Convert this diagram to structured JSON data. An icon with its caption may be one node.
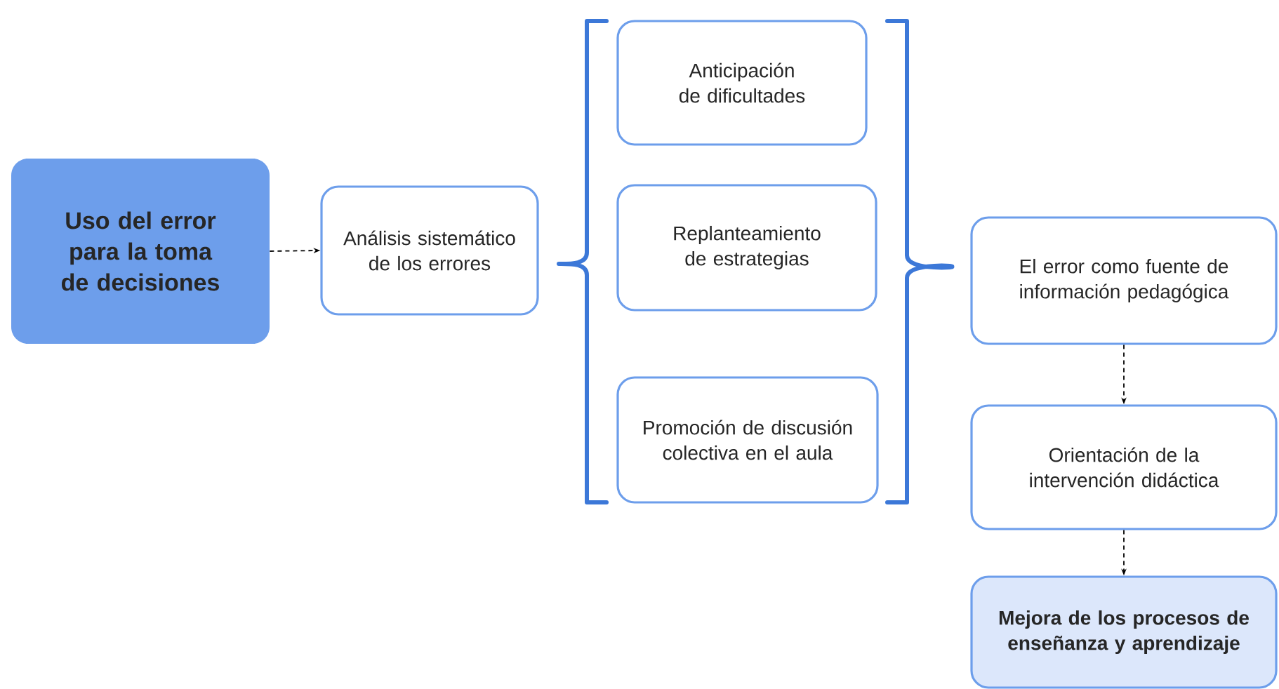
{
  "diagram": {
    "nodes": [
      {
        "text": [
          "Uso del error para la toma de decisiones"
        ]
      },
      {
        "text": [
          "Análisis sistemático de los errores"
        ]
      },
      {
        "text": [
          "Anticipación de dificultades"
        ]
      },
      {
        "text": [
          "Replanteamiento de estrategias"
        ]
      },
      {
        "text": [
          "Promoción de discusión colectiva en el aula"
        ]
      },
      {
        "text": [
          "El error como fuente de información pedagógica"
        ]
      },
      {
        "text": [
          "Orientación de la intervención didáctica"
        ]
      },
      {
        "text": [
          "Mejora de los procesos de enseñanza y aprendizaje"
        ]
      }
    ],
    "edges": [
      {
        "from": 0,
        "to": 1,
        "arrow": "to",
        "style": "dashed"
      },
      {
        "from": 5,
        "to": 6,
        "arrow": "to",
        "style": "dashed"
      },
      {
        "from": 6,
        "to": 7,
        "arrow": "to",
        "style": "dashed"
      }
    ]
  }
}
